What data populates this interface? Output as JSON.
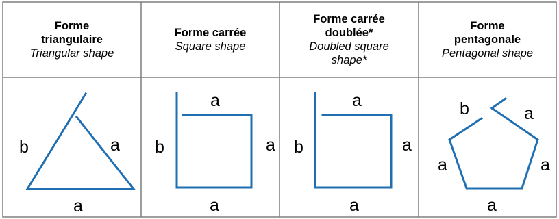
{
  "columns": [
    {
      "fr": [
        "Forme",
        "triangulaire"
      ],
      "en": [
        "Triangular shape"
      ],
      "labels": {
        "left": "b",
        "right": "a",
        "bottom": "a"
      }
    },
    {
      "fr": [
        "Forme carrée"
      ],
      "en": [
        "Square shape"
      ],
      "labels": {
        "top": "a",
        "left": "b",
        "right": "a",
        "bottom": "a"
      }
    },
    {
      "fr": [
        "Forme carrée",
        "doublée*"
      ],
      "en": [
        "Doubled square",
        "shape*"
      ],
      "labels": {
        "top": "a",
        "left": "b",
        "right": "a",
        "bottom": "a"
      }
    },
    {
      "fr": [
        "Forme",
        "pentagonale"
      ],
      "en": [
        "Pentagonal shape"
      ],
      "labels": {
        "top_left": "b",
        "top_right": "a",
        "left": "a",
        "right": "a",
        "bottom": "a"
      }
    }
  ],
  "colors": {
    "border": "#7f7f7f",
    "shape": "#1f6fb2",
    "text": "#000000"
  }
}
